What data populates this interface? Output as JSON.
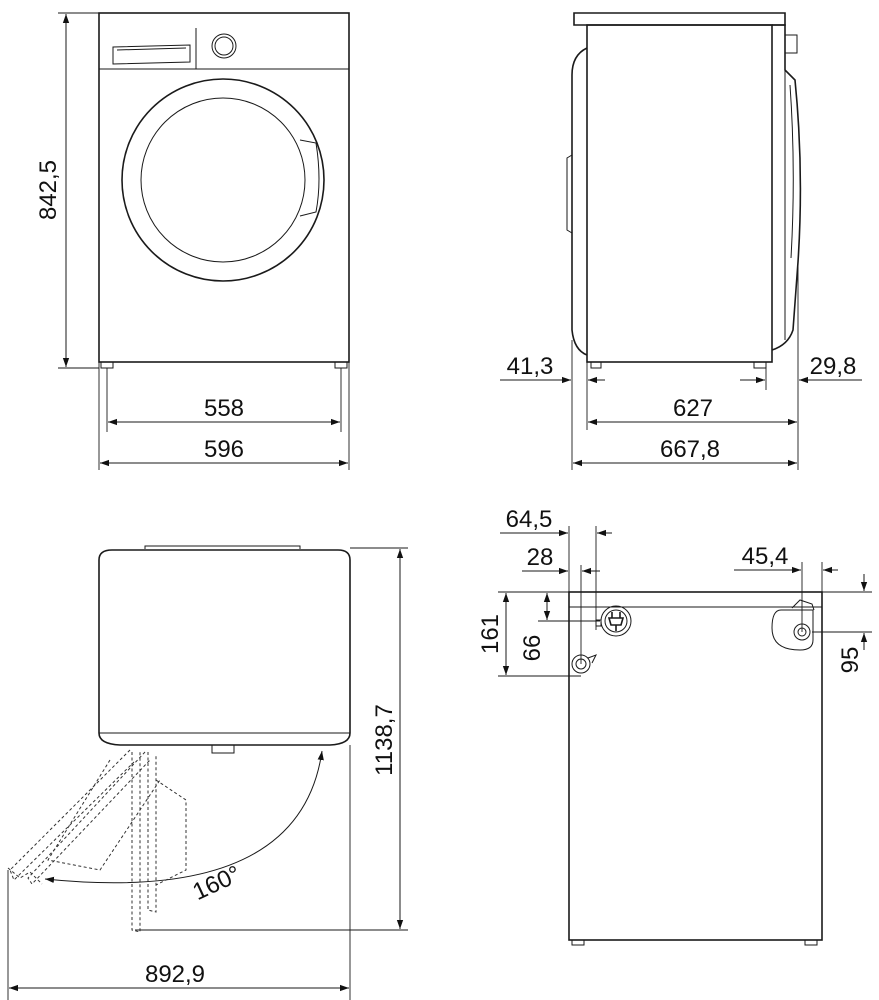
{
  "views": {
    "front": {
      "height": "842,5",
      "foot_width": "558",
      "width": "596"
    },
    "side": {
      "front_offset": "41,3",
      "rear_offset": "29,8",
      "body_depth": "627",
      "total_depth": "667,8"
    },
    "top": {
      "door_angle": "160°",
      "depth_door_open": "1138,7",
      "width_door_open": "892,9"
    },
    "rear": {
      "offset_64": "64,5",
      "offset_28": "28",
      "offset_45": "45,4",
      "height_161": "161",
      "height_66": "66",
      "height_95": "95"
    }
  }
}
